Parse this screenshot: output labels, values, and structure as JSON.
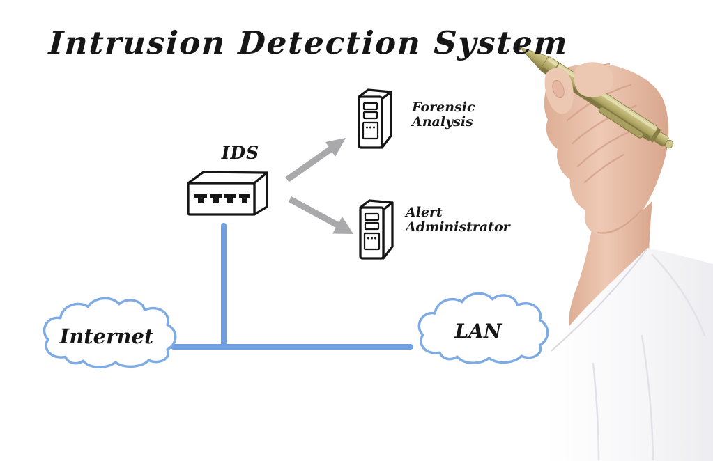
{
  "title": "Intrusion Detection System",
  "nodes": {
    "ids": {
      "label": "IDS",
      "icon": "network-appliance-icon"
    },
    "forensic": {
      "line1": "Forensic",
      "line2": "Analysis",
      "icon": "server-tower-icon"
    },
    "alert": {
      "line1": "Alert",
      "line2": "Administrator",
      "icon": "server-tower-icon"
    },
    "internet": {
      "label": "Internet",
      "icon": "cloud-icon"
    },
    "lan": {
      "label": "LAN",
      "icon": "cloud-icon"
    }
  },
  "connections": [
    {
      "from": "IDS",
      "to": "Forensic Analysis",
      "type": "gray-arrow"
    },
    {
      "from": "IDS",
      "to": "Alert Administrator",
      "type": "gray-arrow"
    },
    {
      "from": "IDS",
      "to": "Internet-LAN backbone",
      "type": "blue-line"
    },
    {
      "from": "Internet",
      "to": "LAN",
      "type": "blue-line"
    }
  ],
  "decor": {
    "hand": "hand-holding-gold-pen",
    "pen_pointing_at": "title"
  },
  "colors": {
    "background": "#ffffff",
    "ink": "#161616",
    "line_blue": "#6f9fe0",
    "cloud_stroke": "#7fabe4",
    "arrow_gray": "#a9a9ab",
    "pen_gold": "#b3a967",
    "skin": "#e8c2ad",
    "sleeve_shadow": "#e4e4e9"
  }
}
